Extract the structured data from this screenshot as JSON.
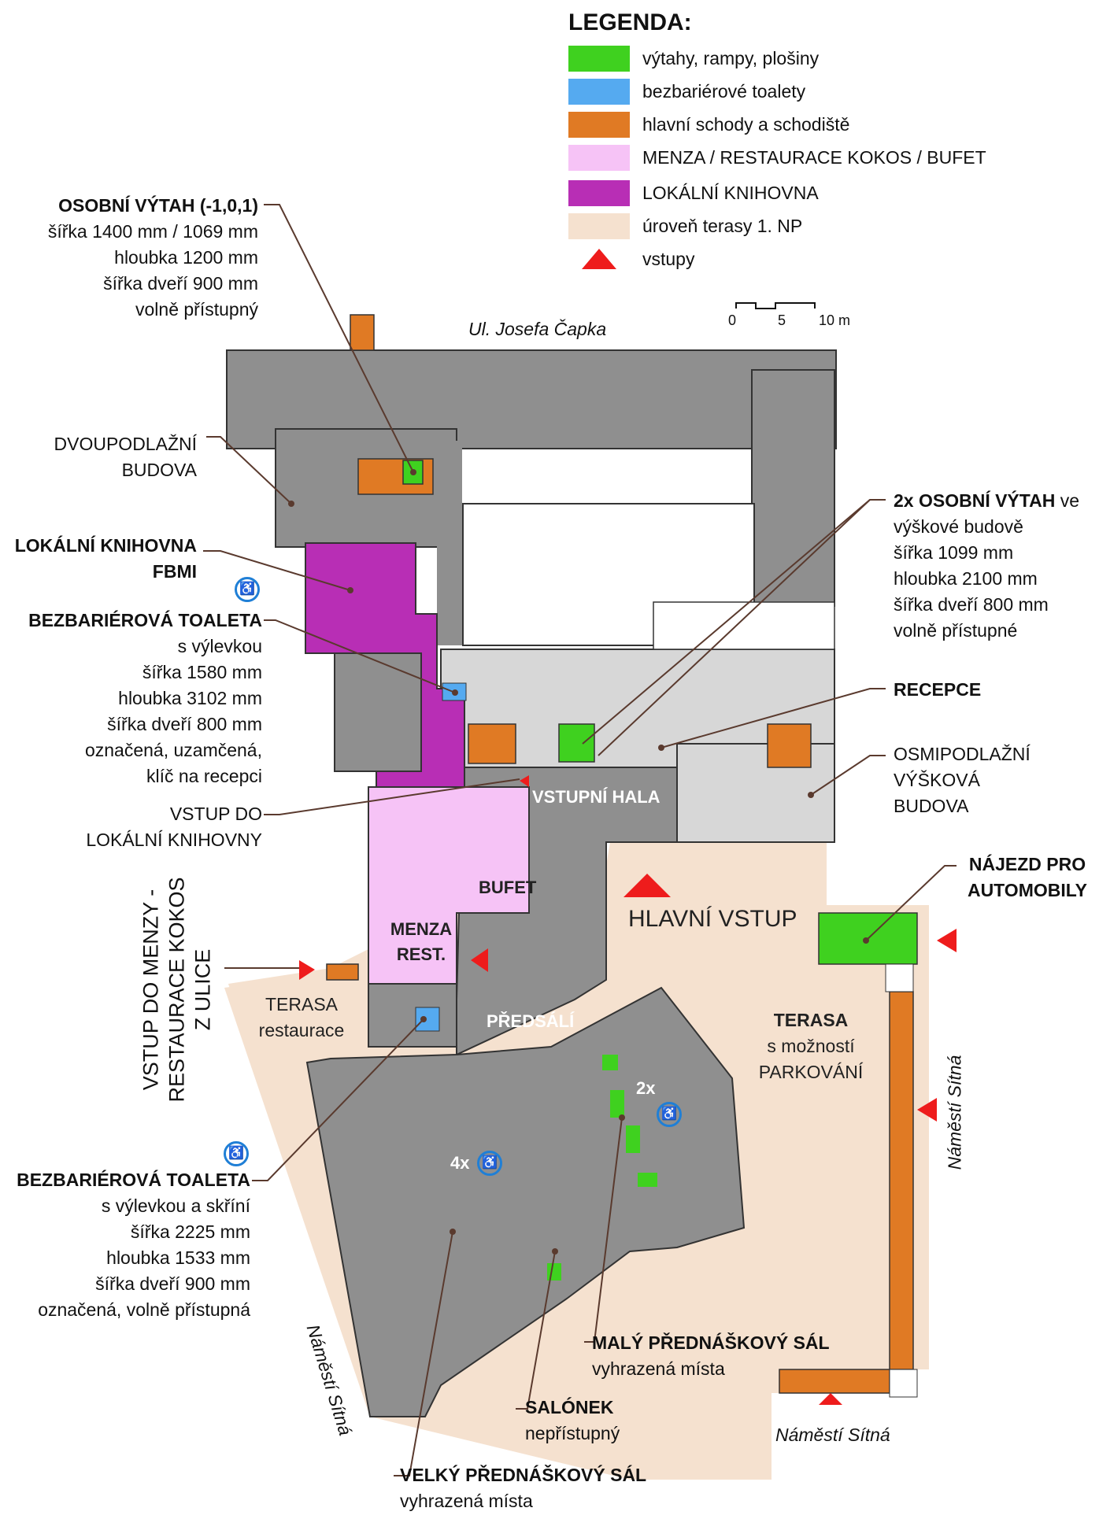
{
  "legend": {
    "title": "LEGENDA:",
    "items": [
      {
        "label": "výtahy, rampy, plošiny",
        "color": "#3fd11f"
      },
      {
        "label": "bezbariérové toalety",
        "color": "#55aaf0"
      },
      {
        "label": "hlavní schody a schodiště",
        "color": "#e07a24"
      },
      {
        "label": "MENZA / RESTAURACE KOKOS / BUFET",
        "color": "#f6c3f6"
      },
      {
        "label": "LOKÁLNÍ KNIHOVNA",
        "color": "#b82eb5"
      },
      {
        "label": "úroveň terasy 1. NP",
        "color": "#f5e1cf"
      },
      {
        "label": "vstupy",
        "color": "#ee1c1c",
        "icon": "red-triangle-icon"
      }
    ]
  },
  "scale": {
    "ticks": [
      "0",
      "5",
      "10 m"
    ]
  },
  "streets": {
    "top": "Ul. Josefa Čapka",
    "right": "Náměstí Sítná",
    "bottom": "Náměstí Sítná",
    "bottom_left": "Náměstí Sítná"
  },
  "callouts": {
    "elevator_main": {
      "title": "OSOBNÍ VÝTAH (-1,0,1)",
      "lines": [
        "šířka 1400 mm / 1069 mm",
        "hloubka 1200 mm",
        "šířka dveří 900 mm",
        "volně přístupný"
      ]
    },
    "two_story": {
      "lines": [
        "DVOUPODLAŽNÍ",
        "BUDOVA"
      ]
    },
    "library": {
      "lines": [
        "LOKÁLNÍ KNIHOVNA",
        "FBMI"
      ]
    },
    "toilet_upper": {
      "title": "BEZBARIÉROVÁ TOALETA",
      "lines": [
        "s výlevkou",
        "šířka 1580 mm",
        "hloubka 3102 mm",
        "šířka dveří 800 mm",
        "označená, uzamčená,",
        "klíč na recepci"
      ]
    },
    "library_entrance": {
      "lines": [
        "VSTUP DO",
        "LOKÁLNÍ KNIHOVNY"
      ]
    },
    "canteen_entrance": {
      "lines": [
        "VSTUP DO MENZY -",
        "RESTAURACE KOKOS",
        "Z ULICE"
      ]
    },
    "toilet_lower": {
      "title": "BEZBARIÉROVÁ TOALETA",
      "lines": [
        "s výlevkou a skříní",
        "šířka 2225 mm",
        "hloubka 1533 mm",
        "šířka dveří 900 mm",
        "označená, volně přístupná"
      ]
    },
    "elevators_tower": {
      "title": "2x OSOBNÍ VÝTAH",
      "title_suffix": " ve",
      "lines": [
        "výškové budově",
        "šířka 1099 mm",
        "hloubka 2100 mm",
        "šířka dveří 800 mm",
        "volně přístupné"
      ]
    },
    "reception": {
      "title": "RECEPCE"
    },
    "tower": {
      "lines": [
        "OSMIPODLAŽNÍ",
        "VÝŠKOVÁ",
        "BUDOVA"
      ]
    },
    "car_ramp": {
      "lines": [
        "NÁJEZD PRO",
        "AUTOMOBILY"
      ]
    },
    "small_hall": {
      "title": "MALÝ PŘEDNÁŠKOVÝ SÁL",
      "lines": [
        "vyhrazená místa"
      ]
    },
    "salonek": {
      "title": "SALÓNEK",
      "lines": [
        "nepřístupný"
      ]
    },
    "big_hall": {
      "title": "VELKÝ PŘEDNÁŠKOVÝ SÁL",
      "lines": [
        "vyhrazená místa"
      ]
    }
  },
  "rooms": {
    "entrance_hall": "VSTUPNÍ HALA",
    "main_entrance": "HLAVNÍ VSTUP",
    "bufet": "BUFET",
    "menza": [
      "MENZA",
      "REST."
    ],
    "foyer": "PŘEDSÁLÍ",
    "terrace_restaurant": [
      "TERASA",
      "restaurace"
    ],
    "terrace": [
      "TERASA",
      "s možností",
      "PARKOVÁNÍ"
    ],
    "count_2x": "2x",
    "count_4x": "4x"
  }
}
